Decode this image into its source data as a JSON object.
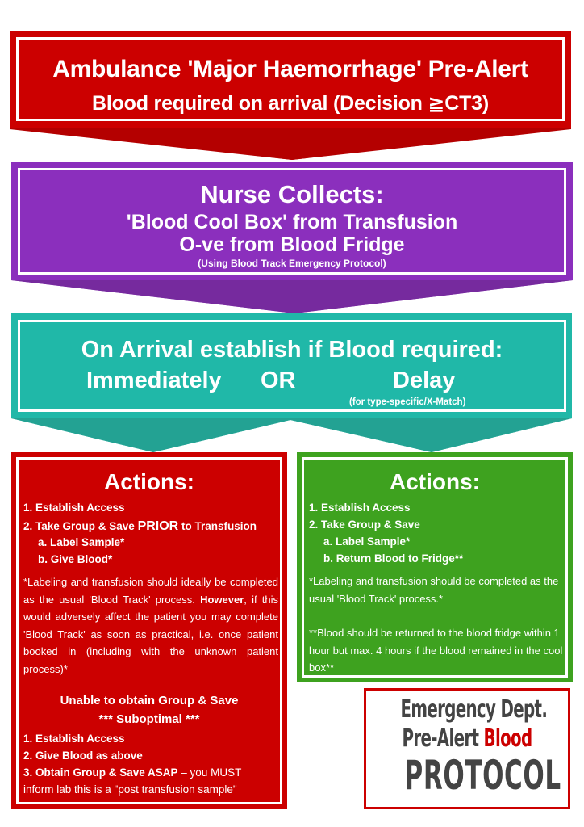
{
  "colors": {
    "red": "#cc0000",
    "red_arrow": "#b40000",
    "purple": "#8b2fbd",
    "purple_arrow": "#762a9e",
    "teal": "#20b8a8",
    "teal_arrow": "#23a293",
    "green": "#3ea21f",
    "logo_gray": "#444444"
  },
  "pre_alert": {
    "title": "Ambulance 'Major Haemorrhage' Pre-Alert",
    "subtitle": "Blood required on arrival (Decision ≧CT3)"
  },
  "nurse": {
    "title": "Nurse Collects:",
    "line1": "'Blood Cool Box' from Transfusion",
    "line2": "O-ve from Blood Fridge",
    "note": "(Using Blood Track Emergency Protocol)"
  },
  "arrival": {
    "title": "On Arrival establish if Blood required:",
    "option_immediate": "Immediately",
    "or_label": "OR",
    "option_delay": "Delay",
    "delay_note": "(for type-specific/X-Match)"
  },
  "immediate_actions": {
    "title": "Actions:",
    "step1": "1.  Establish Access",
    "step2_prefix": "2. Take Group & Save ",
    "step2_emph": "PRIOR",
    "step2_suffix": " to Transfusion",
    "step2a": "a.  Label Sample*",
    "step2b": "b.  Give Blood*",
    "note_part1": "*Labeling and transfusion should ideally be completed as the usual 'Blood Track' process. ",
    "note_bold": "However",
    "note_part2": ", if this would adversely affect the patient you may complete 'Blood Track' as soon as practical, i.e. once patient booked in (including with the unknown patient process)*",
    "unable_title": "Unable to obtain Group & Save",
    "suboptimal": "*** Suboptimal ***",
    "sub_step1": "1.  Establish Access",
    "sub_step2": "2. Give Blood as above",
    "sub_step3_bold": "3. Obtain Group & Save ASAP",
    "sub_step3_rest": " – you MUST",
    "sub_step3_line2": "inform lab this is a \"post transfusion sample\""
  },
  "delay_actions": {
    "title": "Actions:",
    "step1": "1.  Establish Access",
    "step2": "2. Take Group & Save",
    "step2a": "a.  Label Sample*",
    "step2b": "b.  Return Blood to Fridge**",
    "note1": "*Labeling and transfusion should be completed as the usual 'Blood Track' process.*",
    "note2": "**Blood should be returned to the blood fridge within 1 hour but max. 4 hours if the blood remained in the cool box**"
  },
  "logo": {
    "line1": "Emergency Dept.",
    "line2_gray": "Pre-Alert ",
    "line2_red": "Blood",
    "line3": "PROTOCOL"
  }
}
